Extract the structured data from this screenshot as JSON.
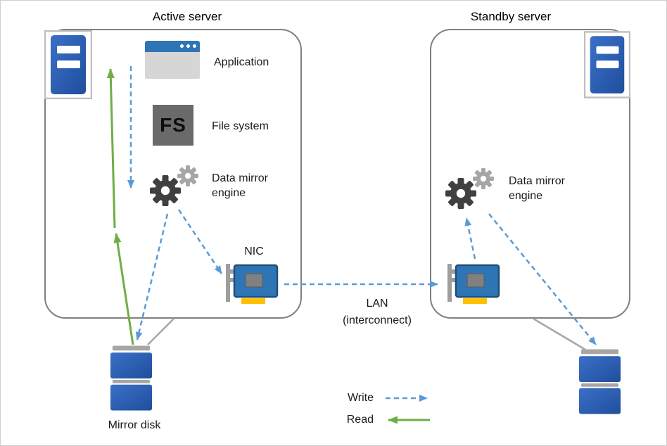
{
  "diagram": {
    "active_server": {
      "title": "Active server"
    },
    "standby_server": {
      "title": "Standby server"
    },
    "components": {
      "application": "Application",
      "file_system": "File system",
      "fs_icon_text": "FS",
      "data_mirror_engine": "Data mirror engine",
      "nic": "NIC",
      "mirror_disk": "Mirror disk"
    },
    "connections": {
      "lan_line1": "LAN",
      "lan_line2": "(interconnect)"
    },
    "legend": {
      "write": "Write",
      "read": "Read"
    },
    "colors": {
      "arrow_write": "#5B9BD5",
      "arrow_read": "#70AD47",
      "server_blue": "#2a5caa",
      "nic_blue": "#2E75B6",
      "connector_yellow": "#FFC000",
      "gear_dark": "#404040",
      "gear_light": "#a6a6a6",
      "box_border": "#808080",
      "callout_gray": "#a6a6a6"
    }
  }
}
